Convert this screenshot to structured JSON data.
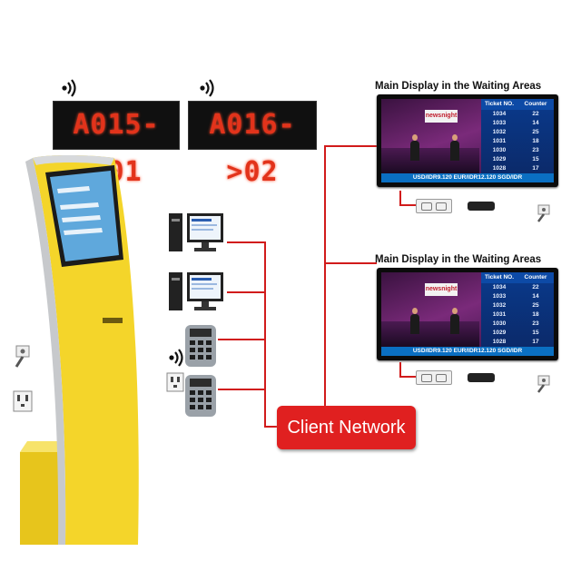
{
  "led_displays": [
    {
      "text": "A015->01"
    },
    {
      "text": "A016->02"
    }
  ],
  "monitors": [
    {
      "title": "Main Display in the Waiting Areas",
      "logo": "newsnight",
      "table_headers": [
        "Ticket NO.",
        "Counter"
      ],
      "rows": [
        [
          "1034",
          "22"
        ],
        [
          "1033",
          "14"
        ],
        [
          "1032",
          "25"
        ],
        [
          "1031",
          "18"
        ],
        [
          "1030",
          "23"
        ],
        [
          "1029",
          "15"
        ],
        [
          "1028",
          "17"
        ]
      ],
      "ticker": "USD/IDR9.120 EUR/IDR12.120 SGD/IDR"
    },
    {
      "title": "Main Display in the Waiting Areas",
      "logo": "newsnight",
      "table_headers": [
        "Ticket NO.",
        "Counter"
      ],
      "rows": [
        [
          "1034",
          "22"
        ],
        [
          "1033",
          "14"
        ],
        [
          "1032",
          "25"
        ],
        [
          "1031",
          "18"
        ],
        [
          "1030",
          "23"
        ],
        [
          "1029",
          "15"
        ],
        [
          "1028",
          "17"
        ]
      ],
      "ticker": "USD/IDR9.120 EUR/IDR12.120 SGD/IDR"
    }
  ],
  "client_network": {
    "label": "Client Network"
  },
  "icons": [
    "wifi-icon",
    "computer-icon",
    "keypad-icon",
    "power-outlet-icon",
    "power-strip-icon",
    "set-top-box-icon",
    "ceiling-socket-icon"
  ],
  "colors": {
    "line_red": "#d11b1b",
    "kiosk_yellow": "#f4d52a",
    "led_red": "#e2331b",
    "ticker_blue": "#0a6fc2"
  }
}
